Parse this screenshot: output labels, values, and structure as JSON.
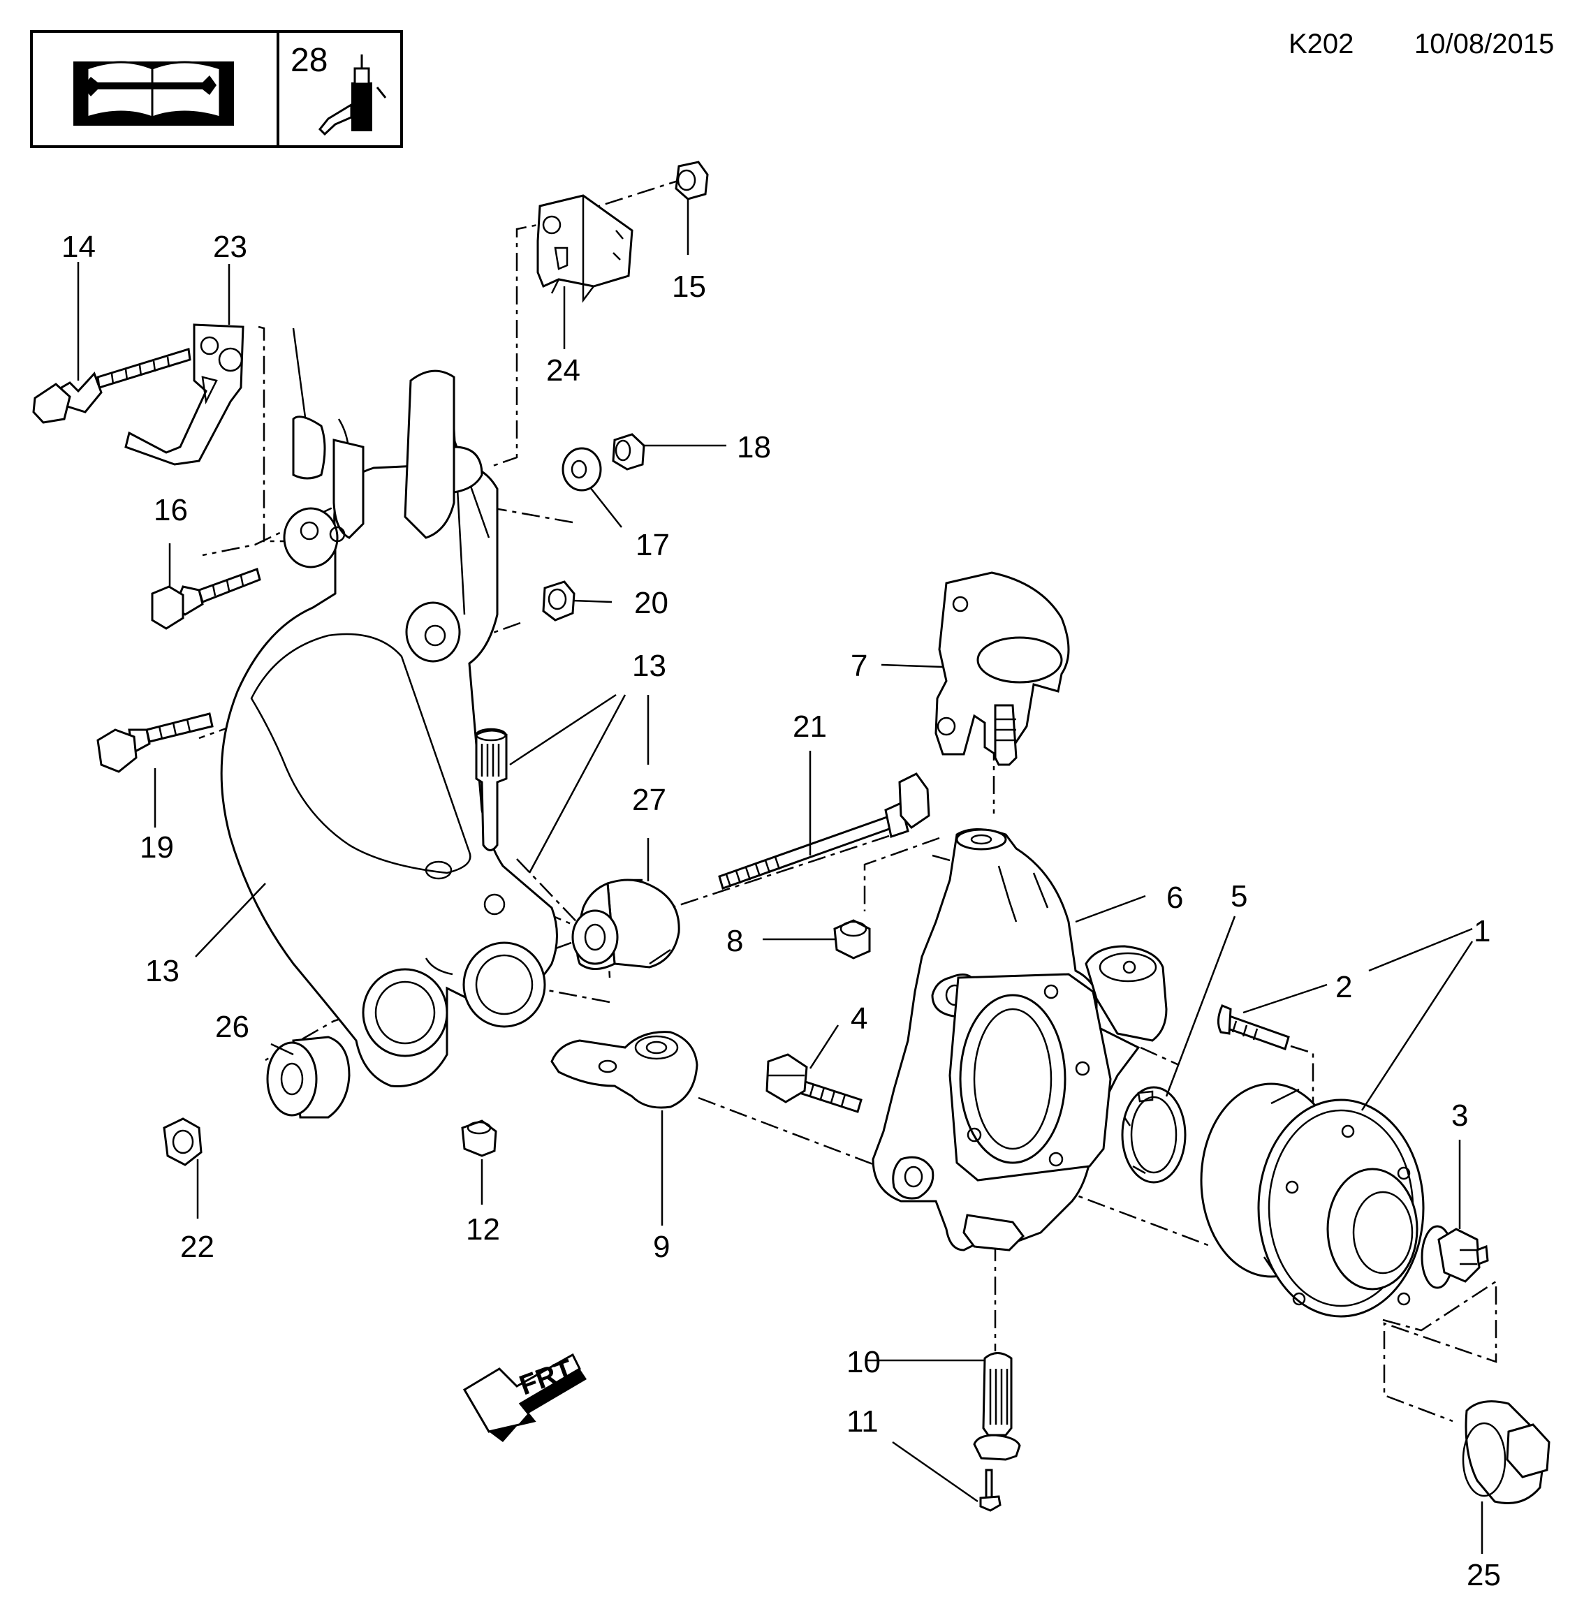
{
  "header": {
    "code": "K202",
    "date": "10/08/2015"
  },
  "legend_box": {
    "number": "28",
    "icons": [
      "service-manual-icon",
      "threadlock-bottle-icon"
    ]
  },
  "labels": {
    "p1": "1",
    "p2": "2",
    "p3": "3",
    "p4": "4",
    "p5": "5",
    "p6": "6",
    "p7": "7",
    "p8": "8",
    "p9": "9",
    "p10": "10",
    "p11": "11",
    "p12": "12",
    "p13a": "13",
    "p13b": "13",
    "p14": "14",
    "p15": "15",
    "p16": "16",
    "p17": "17",
    "p18": "18",
    "p19": "19",
    "p20": "20",
    "p21": "21",
    "p22": "22",
    "p23": "23",
    "p24": "24",
    "p25": "25",
    "p26": "26",
    "p27": "27"
  },
  "direction_arrow": {
    "text": "FRT"
  }
}
